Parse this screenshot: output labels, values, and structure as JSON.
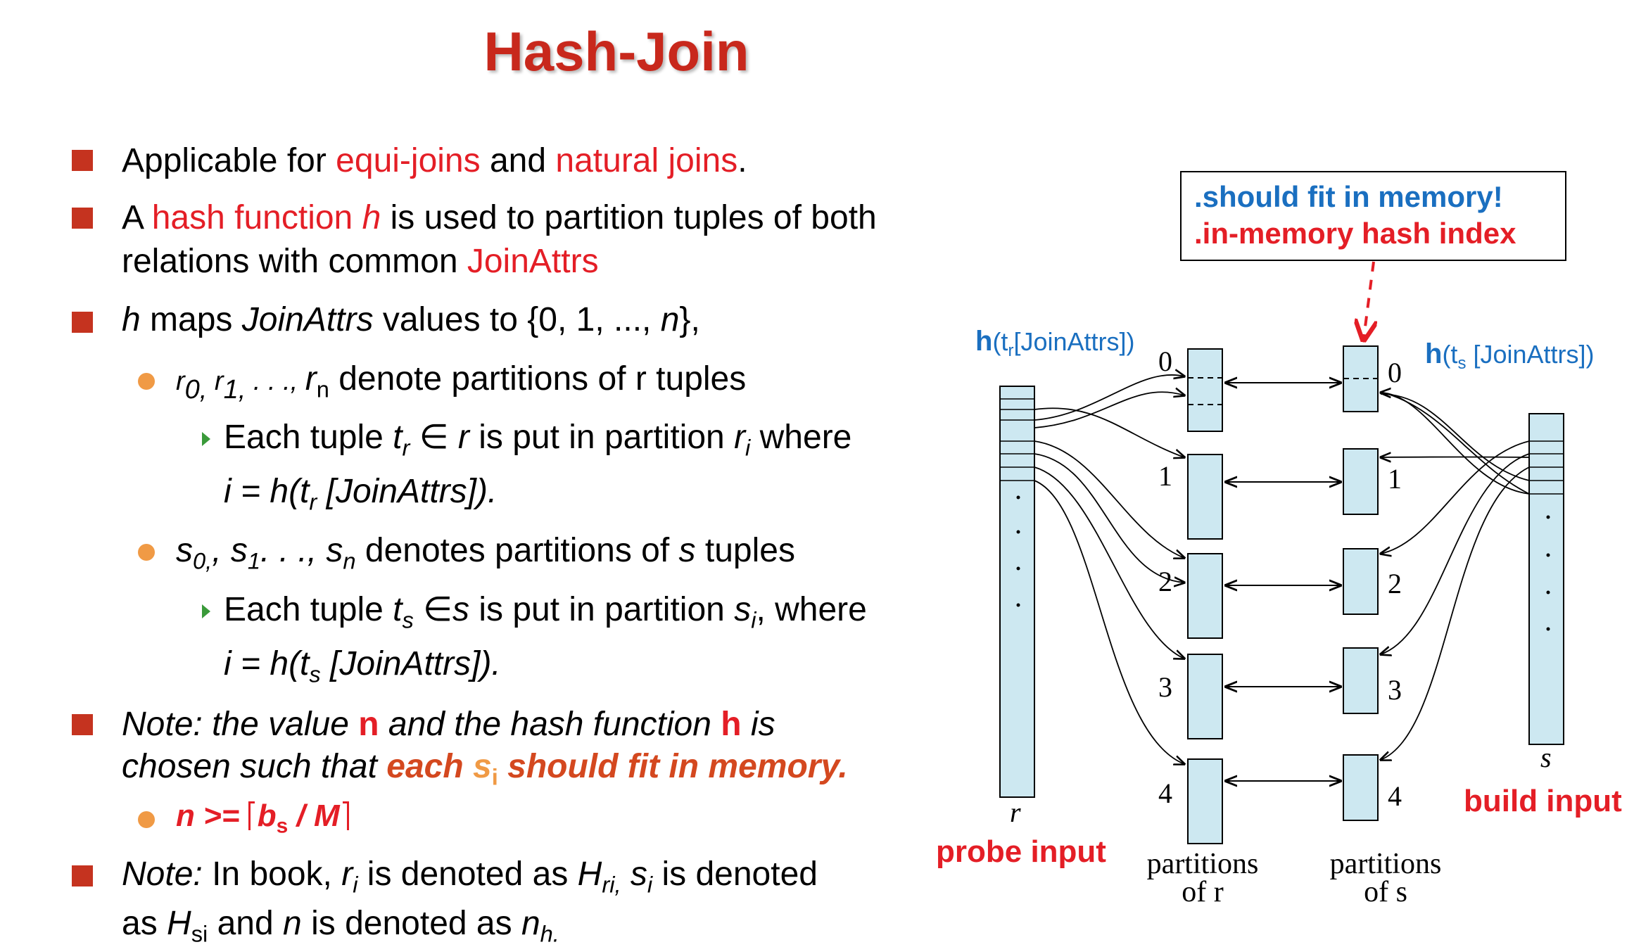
{
  "title": "Hash-Join",
  "bullets": {
    "b1": {
      "pre": "Applicable for ",
      "r1": "equi-joins",
      "mid": " and ",
      "r2": "natural joins",
      "post": "."
    },
    "b2": {
      "pre": "A ",
      "r1": "hash function ",
      "h": "h",
      "post": " is used to partition tuples of both",
      "line2_pre": "relations with common ",
      "line2_red": "JoinAttrs"
    },
    "b3": {
      "h": "h",
      "mid": " maps ",
      "ja": "JoinAttrs",
      "post": " values to {0, 1, ..., ",
      "n": "n",
      "end": "},"
    },
    "s1": {
      "r0": "r",
      "s0": "0,",
      "r1": " r",
      "s1": "1,",
      "dots": " . . ., ",
      "rn": "r",
      "sn": "n",
      "post": " denote partitions of r tuples"
    },
    "t1": {
      "pre": "Each tuple ",
      "t": "t",
      "sub": "r",
      "elem": " ∈ ",
      "r": "r",
      "mid": " is put in partition ",
      "ri": "r",
      "i": "i",
      "post": " where"
    },
    "t1b": {
      "text1": "i = h(t",
      "sub": "r",
      "text2": " [JoinAttrs])."
    },
    "s2": {
      "s0": "s",
      "s0sub": "0,",
      "sep": ", s",
      "s1sub": "1",
      "dots": ". . ., s",
      "snsub": "n",
      "post": " denotes partitions of ",
      "s": "s",
      "end": " tuples"
    },
    "t2": {
      "pre": "Each tuple ",
      "t": "t",
      "sub": "s",
      "elem": " ∈",
      "s": "s",
      "mid": " is put in partition ",
      "si": "s",
      "i": "i",
      "post": ", where"
    },
    "t2b": {
      "text1": "i = h(t",
      "sub": "s",
      "text2": " [JoinAttrs])."
    },
    "b4": {
      "pre": " Note",
      "colon": ":",
      "mid": " the value ",
      "n": "n",
      "mid2": " and the hash function ",
      "h": "h",
      "post": " is",
      "line2_pre": "chosen such that ",
      "each": "each ",
      "s": "s",
      "i": "i",
      "fit": " should fit in memory."
    },
    "s3": {
      "n": "n",
      "op": " >= ",
      "b": "b",
      "bsub": "s",
      "div": " / M"
    },
    "b5": {
      "note": "Note:",
      "pre": " In book,  ",
      "r": "r",
      "i": "i",
      "mid": "  is denoted as ",
      "H": "H",
      "ri": "ri,",
      "s": " s",
      "si": "i",
      "mid2": " is denoted",
      "line2_pre": "as ",
      "H2": "H",
      "si2": "si",
      "and": "  and  ",
      "n": "n",
      "mid3": " is denoted as ",
      "nh": "n",
      "hsub": "h."
    }
  },
  "diagram": {
    "callout": {
      "line1": ".should fit  in memory!",
      "line2": ".in-memory hash index"
    },
    "h_r": {
      "h": "h",
      "open": "(t",
      "sub": "r",
      "rest": "[JoinAttrs])"
    },
    "h_s": {
      "h": "h",
      "open": "(t",
      "sub": "s",
      "rest": " [JoinAttrs])"
    },
    "partition_numbers": [
      "0",
      "1",
      "2",
      "3",
      "4"
    ],
    "r_label": "r",
    "s_label": "s",
    "probe_input": "probe input",
    "build_input": "build input",
    "partitions_r": {
      "line1": "partitions",
      "line2": "of r"
    },
    "partitions_s": {
      "line1": "partitions",
      "line2": "of s"
    },
    "colors": {
      "box_fill": "#cde8f1",
      "blue_text": "#1a6fc0",
      "red_text": "#e41e26",
      "bullet": "#c5331f",
      "dot": "#f09a45"
    }
  }
}
